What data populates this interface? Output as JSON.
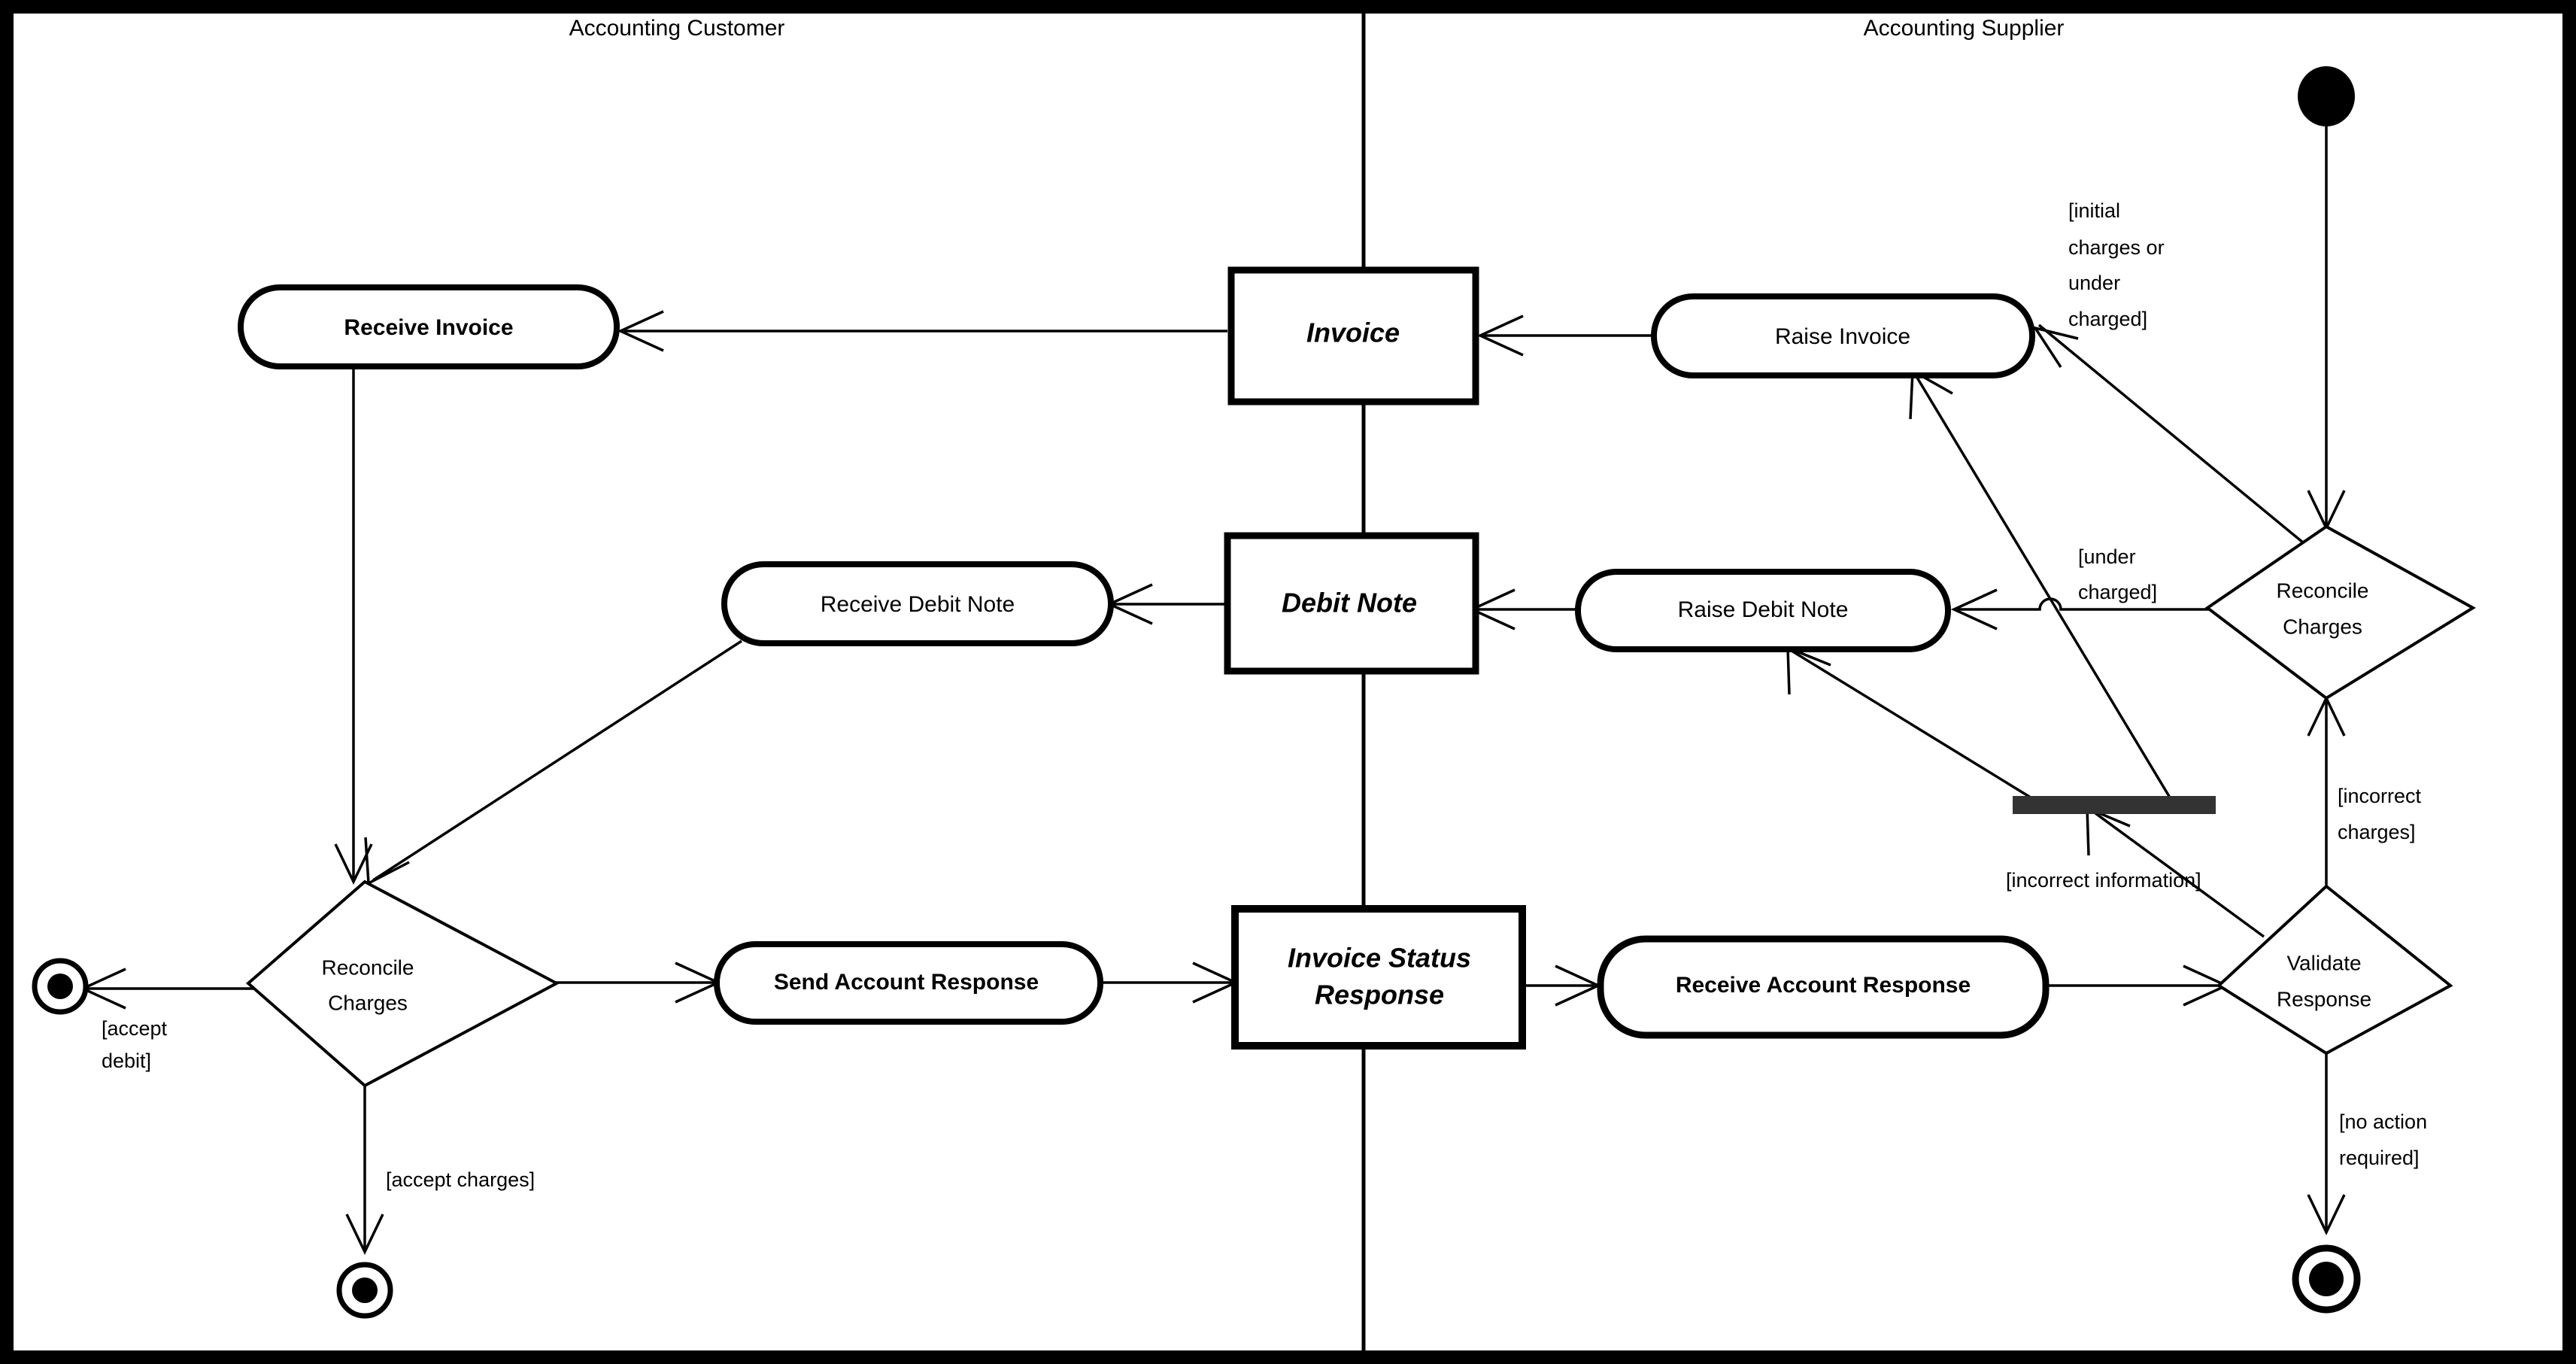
{
  "diagram": {
    "type": "uml-activity-diagram",
    "title": "Invoice / Debit Note reconciliation activity diagram",
    "frame_color": "#000000",
    "background_color": "#ffffff",
    "fork_bar_color": "#333333"
  },
  "lanes": [
    {
      "id": "customer",
      "title": "Accounting Customer"
    },
    {
      "id": "supplier",
      "title": "Accounting Supplier"
    }
  ],
  "nodes": {
    "initial": {
      "kind": "initial-node",
      "label": ""
    },
    "receive_invoice": {
      "kind": "action",
      "label": "Receive Invoice",
      "bold": true
    },
    "raise_invoice": {
      "kind": "action",
      "label": "Raise Invoice",
      "bold": false
    },
    "invoice_object": {
      "kind": "object",
      "label": "Invoice"
    },
    "receive_debit_note": {
      "kind": "action",
      "label": "Receive Debit Note",
      "bold": false
    },
    "raise_debit_note": {
      "kind": "action",
      "label": "Raise Debit Note",
      "bold": false
    },
    "debit_note_object": {
      "kind": "object",
      "label": "Debit Note"
    },
    "reconcile_charges_customer": {
      "kind": "decision",
      "label_line1": "Reconcile",
      "label_line2": "Charges"
    },
    "reconcile_charges_supplier": {
      "kind": "decision",
      "label_line1": "Reconcile",
      "label_line2": "Charges"
    },
    "send_account_response": {
      "kind": "action",
      "label": "Send Account Response",
      "bold": true
    },
    "invoice_status_response_object": {
      "kind": "object",
      "label_line1": "Invoice Status",
      "label_line2": "Response"
    },
    "receive_account_response": {
      "kind": "action",
      "label": "Receive Account Response",
      "bold": true
    },
    "validate_response": {
      "kind": "decision",
      "label_line1": "Validate",
      "label_line2": "Response"
    },
    "fork_bar": {
      "kind": "fork-join-bar",
      "label": ""
    },
    "final_accept_debit": {
      "kind": "final-node",
      "label": ""
    },
    "final_accept_charges": {
      "kind": "final-node",
      "label": ""
    },
    "final_no_action": {
      "kind": "final-node",
      "label": ""
    }
  },
  "guards": {
    "initial_charges_or_under_charged": [
      "[initial",
      "charges or",
      "under",
      "charged]"
    ],
    "under_charged": [
      "[under",
      "charged]"
    ],
    "incorrect_charges": [
      "[incorrect",
      "charges]"
    ],
    "incorrect_information": [
      "[incorrect information]"
    ],
    "accept_debit": [
      "[accept",
      "debit]"
    ],
    "accept_charges": [
      "[accept charges]"
    ],
    "no_action_required": [
      "[no action",
      "required]"
    ]
  }
}
